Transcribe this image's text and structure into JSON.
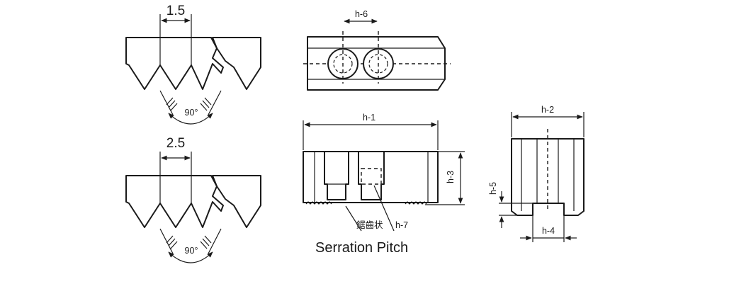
{
  "pitch_views": [
    {
      "pitch_label": "1.5",
      "angle_label": "90°"
    },
    {
      "pitch_label": "2.5",
      "angle_label": "90°"
    }
  ],
  "top_view": {
    "dim_label": "h-6"
  },
  "front_view": {
    "width_label": "h-1",
    "height_label": "h-3",
    "hole_label": "h-7",
    "serration_label": "鋸齒状",
    "caption": "Serration Pitch"
  },
  "side_view": {
    "width_label": "h-2",
    "slot_label": "h-4",
    "step_label": "h-5"
  }
}
